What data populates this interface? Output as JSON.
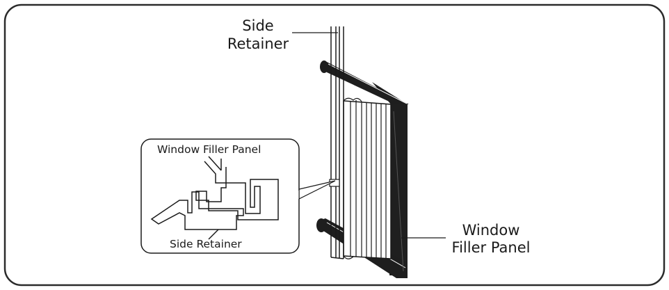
{
  "diagram": {
    "labels": {
      "side_retainer_line1": "Side",
      "side_retainer_line2": "Retainer",
      "filler_panel_line1": "Window",
      "filler_panel_line2": "Filler Panel"
    },
    "detail": {
      "top_label": "Window Filler Panel",
      "bottom_label": "Side Retainer"
    }
  },
  "colors": {
    "ink": "#1a1a1a",
    "frame": "#2b2b2b",
    "background": "#ffffff"
  }
}
